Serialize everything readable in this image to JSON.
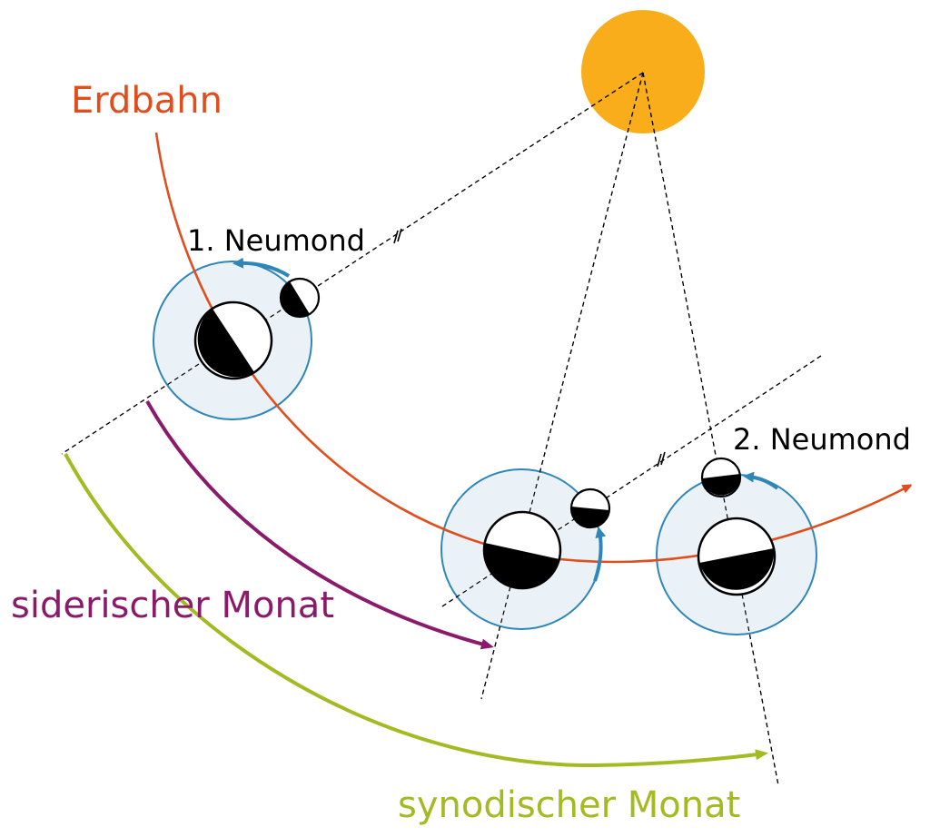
{
  "diagram": {
    "type": "moon-month-orbit-diagram",
    "labels": {
      "earth_orbit": "Erdbahn",
      "first_new_moon": "1. Neumond",
      "second_new_moon": "2. Neumond",
      "sidereal_month": "siderischer Monat",
      "synodic_month": "synodischer Monat"
    },
    "colors": {
      "sun": "#F9AD1A",
      "earth_orbit": "#E04E1E",
      "moon_orbit": "#2F86B8",
      "moon_orbit_fill": "#EAF2F7",
      "sidereal_month": "#8B1A6B",
      "synodic_month": "#A3BA22",
      "text": "#000000"
    },
    "markers": {
      "parallel_mark": "//"
    }
  }
}
